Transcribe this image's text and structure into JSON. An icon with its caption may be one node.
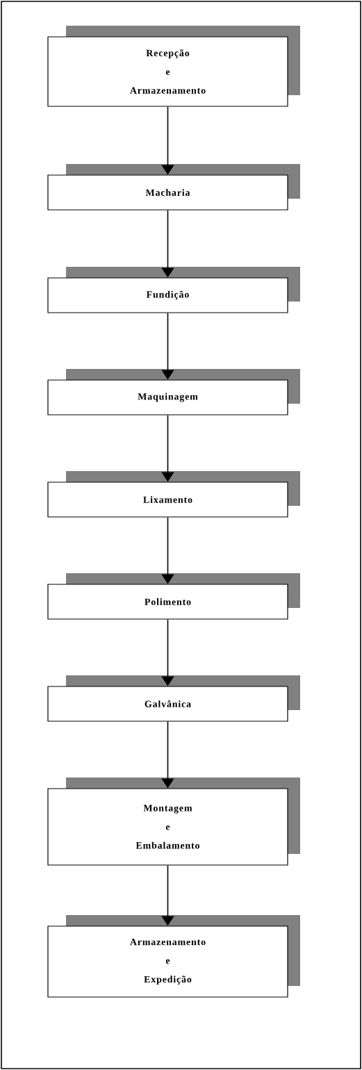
{
  "diagram": {
    "nodes": [
      {
        "text": [
          "Recepção e Armazenamento"
        ]
      },
      {
        "text": [
          "Macharia"
        ]
      },
      {
        "text": [
          "Fundição"
        ]
      },
      {
        "text": [
          "Maquinagem"
        ]
      },
      {
        "text": [
          "Lixamento"
        ]
      },
      {
        "text": [
          "Polimento"
        ]
      },
      {
        "text": [
          "Galvânica"
        ]
      },
      {
        "text": [
          "Montagem e Embalamento"
        ]
      },
      {
        "text": [
          "Armazenamento e Expedição"
        ]
      }
    ],
    "edges": [
      {
        "from": 0,
        "to": 1,
        "arrow": "to"
      },
      {
        "from": 1,
        "to": 2,
        "arrow": "to"
      },
      {
        "from": 2,
        "to": 3,
        "arrow": "to"
      },
      {
        "from": 3,
        "to": 4,
        "arrow": "to"
      },
      {
        "from": 4,
        "to": 5,
        "arrow": "to"
      },
      {
        "from": 5,
        "to": 6,
        "arrow": "to"
      },
      {
        "from": 6,
        "to": 7,
        "arrow": "to"
      },
      {
        "from": 7,
        "to": 8,
        "arrow": "to"
      }
    ]
  }
}
